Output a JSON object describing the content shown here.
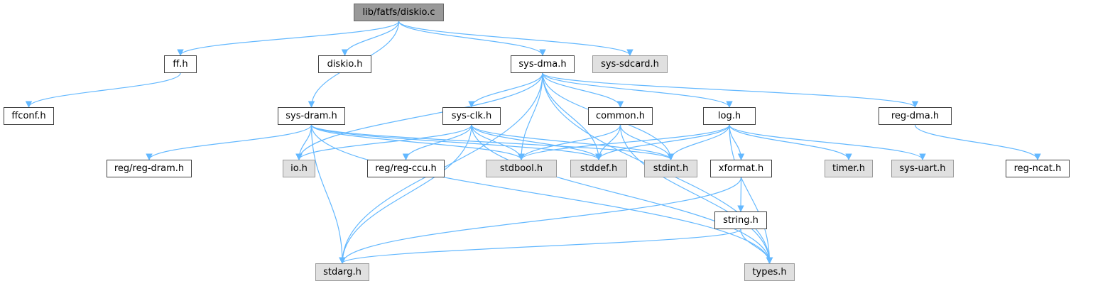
{
  "graph": {
    "edge_color": "#63b8ff",
    "nodes": [
      {
        "id": "diskio_c",
        "label": "lib/fatfs/diskio.c",
        "kind": "root"
      },
      {
        "id": "ff_h",
        "label": "ff.h",
        "kind": "normal"
      },
      {
        "id": "diskio_h",
        "label": "diskio.h",
        "kind": "normal"
      },
      {
        "id": "sys_dma_h",
        "label": "sys-dma.h",
        "kind": "normal"
      },
      {
        "id": "sys_sdcard_h",
        "label": "sys-sdcard.h",
        "kind": "system"
      },
      {
        "id": "ffconf_h",
        "label": "ffconf.h",
        "kind": "normal"
      },
      {
        "id": "sys_dram_h",
        "label": "sys-dram.h",
        "kind": "normal"
      },
      {
        "id": "sys_clk_h",
        "label": "sys-clk.h",
        "kind": "normal"
      },
      {
        "id": "common_h",
        "label": "common.h",
        "kind": "normal"
      },
      {
        "id": "log_h",
        "label": "log.h",
        "kind": "normal"
      },
      {
        "id": "reg_dma_h",
        "label": "reg-dma.h",
        "kind": "normal"
      },
      {
        "id": "reg_reg_dram_h",
        "label": "reg/reg-dram.h",
        "kind": "normal"
      },
      {
        "id": "io_h",
        "label": "io.h",
        "kind": "system"
      },
      {
        "id": "reg_reg_ccu_h",
        "label": "reg/reg-ccu.h",
        "kind": "normal"
      },
      {
        "id": "stdbool_h",
        "label": "stdbool.h",
        "kind": "system"
      },
      {
        "id": "stddef_h",
        "label": "stddef.h",
        "kind": "system"
      },
      {
        "id": "stdint_h",
        "label": "stdint.h",
        "kind": "system"
      },
      {
        "id": "xformat_h",
        "label": "xformat.h",
        "kind": "normal"
      },
      {
        "id": "timer_h",
        "label": "timer.h",
        "kind": "system"
      },
      {
        "id": "sys_uart_h",
        "label": "sys-uart.h",
        "kind": "system"
      },
      {
        "id": "reg_ncat_h",
        "label": "reg-ncat.h",
        "kind": "normal"
      },
      {
        "id": "string_h",
        "label": "string.h",
        "kind": "normal"
      },
      {
        "id": "stdarg_h",
        "label": "stdarg.h",
        "kind": "system"
      },
      {
        "id": "types_h",
        "label": "types.h",
        "kind": "system"
      }
    ],
    "edges": [
      [
        "diskio_c",
        "ff_h"
      ],
      [
        "diskio_c",
        "diskio_h"
      ],
      [
        "diskio_c",
        "sys_dma_h"
      ],
      [
        "diskio_c",
        "sys_sdcard_h"
      ],
      [
        "diskio_c",
        "sys_dram_h"
      ],
      [
        "ff_h",
        "ffconf_h"
      ],
      [
        "sys_dma_h",
        "stdarg_h"
      ],
      [
        "sys_dma_h",
        "io_h"
      ],
      [
        "sys_dma_h",
        "sys_clk_h"
      ],
      [
        "sys_dma_h",
        "stdbool_h"
      ],
      [
        "sys_dma_h",
        "stddef_h"
      ],
      [
        "sys_dma_h",
        "common_h"
      ],
      [
        "sys_dma_h",
        "stdint_h"
      ],
      [
        "sys_dma_h",
        "log_h"
      ],
      [
        "sys_dma_h",
        "reg_dma_h"
      ],
      [
        "sys_dma_h",
        "types_h"
      ],
      [
        "sys_dram_h",
        "reg_reg_dram_h"
      ],
      [
        "sys_dram_h",
        "io_h"
      ],
      [
        "sys_dram_h",
        "stdarg_h"
      ],
      [
        "sys_dram_h",
        "stdbool_h"
      ],
      [
        "sys_dram_h",
        "stddef_h"
      ],
      [
        "sys_dram_h",
        "stdint_h"
      ],
      [
        "sys_dram_h",
        "types_h"
      ],
      [
        "sys_clk_h",
        "io_h"
      ],
      [
        "sys_clk_h",
        "reg_reg_ccu_h"
      ],
      [
        "sys_clk_h",
        "stdarg_h"
      ],
      [
        "sys_clk_h",
        "stdbool_h"
      ],
      [
        "sys_clk_h",
        "stddef_h"
      ],
      [
        "sys_clk_h",
        "stdint_h"
      ],
      [
        "sys_clk_h",
        "types_h"
      ],
      [
        "common_h",
        "stdbool_h"
      ],
      [
        "common_h",
        "stddef_h"
      ],
      [
        "common_h",
        "stdint_h"
      ],
      [
        "common_h",
        "types_h"
      ],
      [
        "log_h",
        "stdbool_h"
      ],
      [
        "log_h",
        "stddef_h"
      ],
      [
        "log_h",
        "stdint_h"
      ],
      [
        "log_h",
        "xformat_h"
      ],
      [
        "log_h",
        "timer_h"
      ],
      [
        "log_h",
        "sys_uart_h"
      ],
      [
        "log_h",
        "types_h"
      ],
      [
        "reg_dma_h",
        "reg_ncat_h"
      ],
      [
        "xformat_h",
        "string_h"
      ],
      [
        "xformat_h",
        "stdarg_h"
      ],
      [
        "string_h",
        "stdarg_h"
      ],
      [
        "string_h",
        "types_h"
      ]
    ]
  }
}
